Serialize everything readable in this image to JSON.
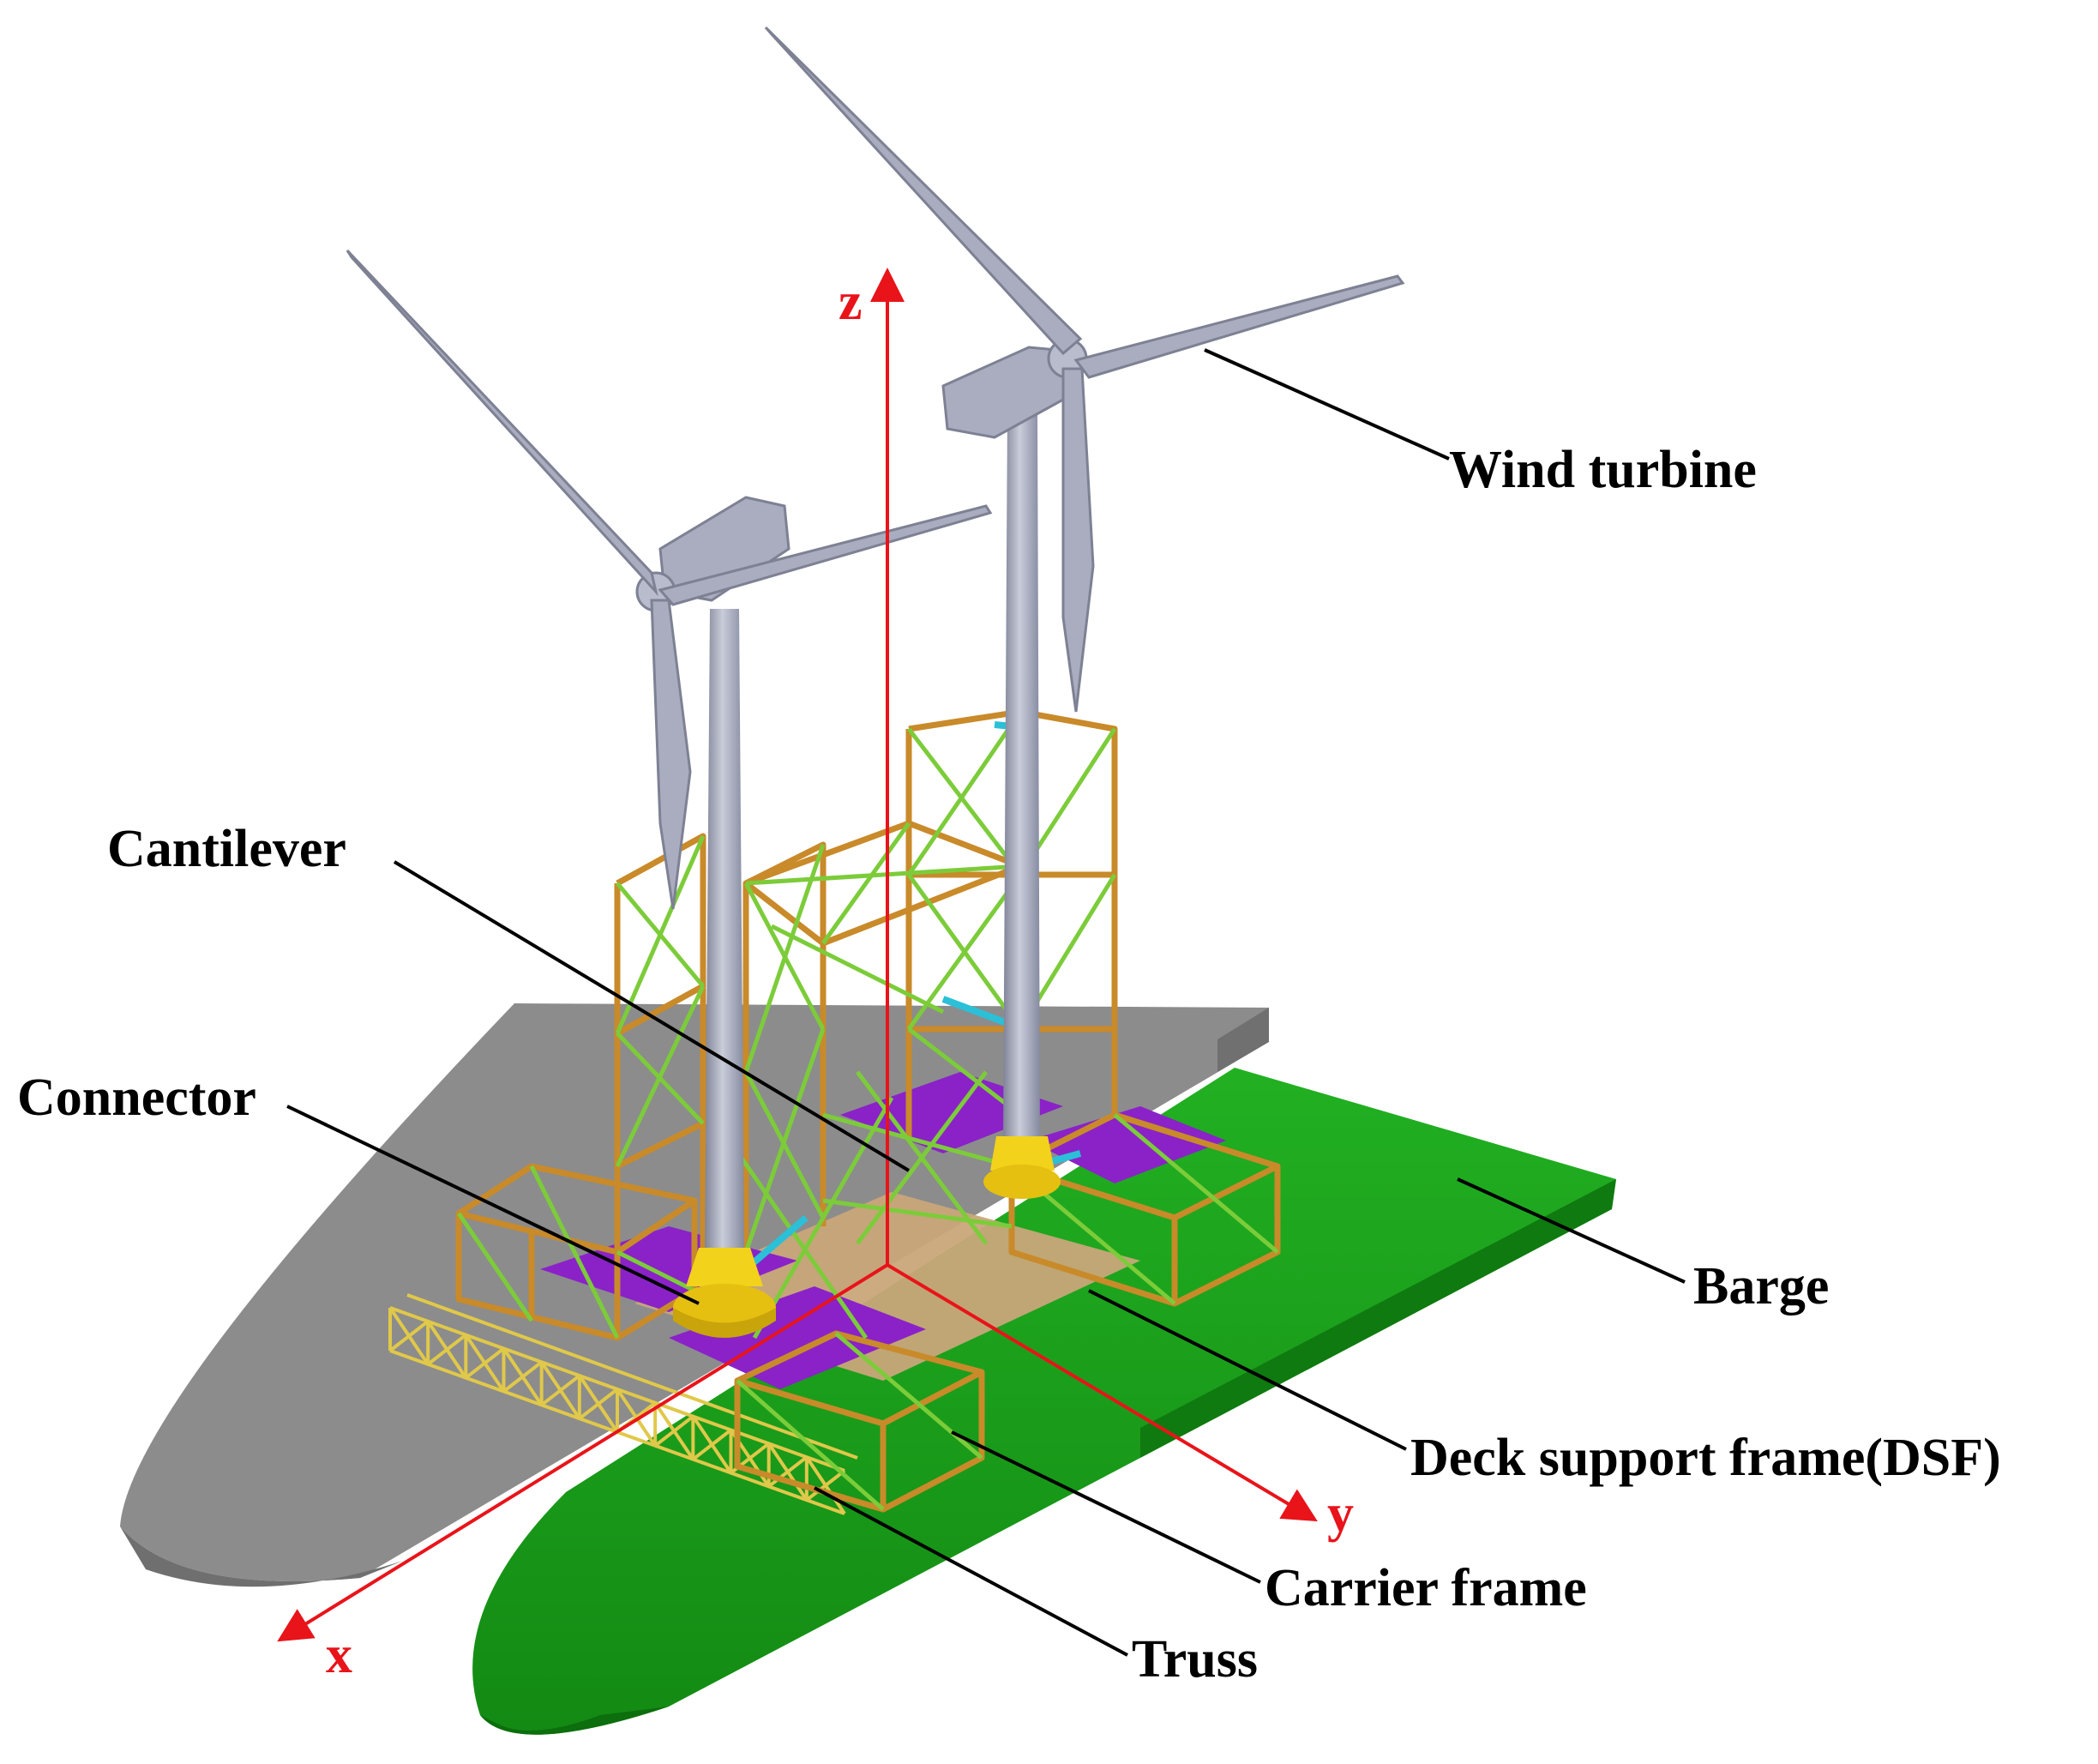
{
  "labels": {
    "wind_turbine": "Wind turbine",
    "cantilever": "Cantilever",
    "connector": "Connector",
    "barge": "Barge",
    "deck_support_frame": "Deck support frame(DSF)",
    "carrier_frame": "Carrier frame",
    "truss": "Truss"
  },
  "axes": {
    "x": "x",
    "y": "y",
    "z": "z"
  },
  "colors": {
    "axis": "#e8141a",
    "leader": "#000000",
    "barge_green": "#1aa31a",
    "barge_grey": "#8c8c8c",
    "frame_orange": "#c98a2a",
    "brace_green": "#7ccc3a",
    "tower_grey": "#a9adbf",
    "connector_yellow": "#f2d21a",
    "purple_base": "#8a22c8",
    "truss_yellow": "#e0c84a"
  }
}
